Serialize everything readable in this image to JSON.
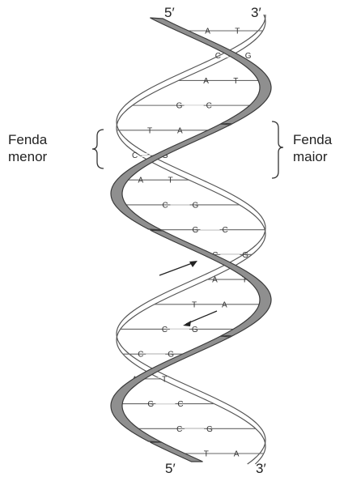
{
  "labels": {
    "top_left": "5′",
    "top_right": "3′",
    "bottom_left": "5′",
    "bottom_right": "3′",
    "minor_groove_line1": "Fenda",
    "minor_groove_line2": "menor",
    "major_groove_line1": "Fenda",
    "major_groove_line2": "maior"
  },
  "base_pairs": [
    {
      "left": "A",
      "right": "T",
      "bond": "double"
    },
    {
      "left": "C",
      "right": "G",
      "bond": "triple"
    },
    {
      "left": "A",
      "right": "T",
      "bond": "double"
    },
    {
      "left": "G",
      "right": "C",
      "bond": "triple"
    },
    {
      "left": "T",
      "right": "A",
      "bond": "double"
    },
    {
      "left": "C",
      "right": "G",
      "bond": "triple"
    },
    {
      "left": "A",
      "right": "T",
      "bond": "double"
    },
    {
      "left": "C",
      "right": "G",
      "bond": "triple"
    },
    {
      "left": "G",
      "right": "C",
      "bond": "triple"
    },
    {
      "left": "C",
      "right": "G",
      "bond": "triple"
    },
    {
      "left": "A",
      "right": "T",
      "bond": "double"
    },
    {
      "left": "T",
      "right": "A",
      "bond": "double"
    },
    {
      "left": "C",
      "right": "G",
      "bond": "triple"
    },
    {
      "left": "C",
      "right": "G",
      "bond": "triple"
    },
    {
      "left": "A",
      "right": "T",
      "bond": "double"
    },
    {
      "left": "G",
      "right": "C",
      "bond": "triple"
    },
    {
      "left": "C",
      "right": "G",
      "bond": "triple"
    },
    {
      "left": "T",
      "right": "A",
      "bond": "double"
    }
  ],
  "colors": {
    "strand_fill": "#8f8f8f",
    "strand_edge": "#3a3a3a",
    "back_strand": "#555555",
    "rung": "#666666",
    "text": "#222222"
  }
}
